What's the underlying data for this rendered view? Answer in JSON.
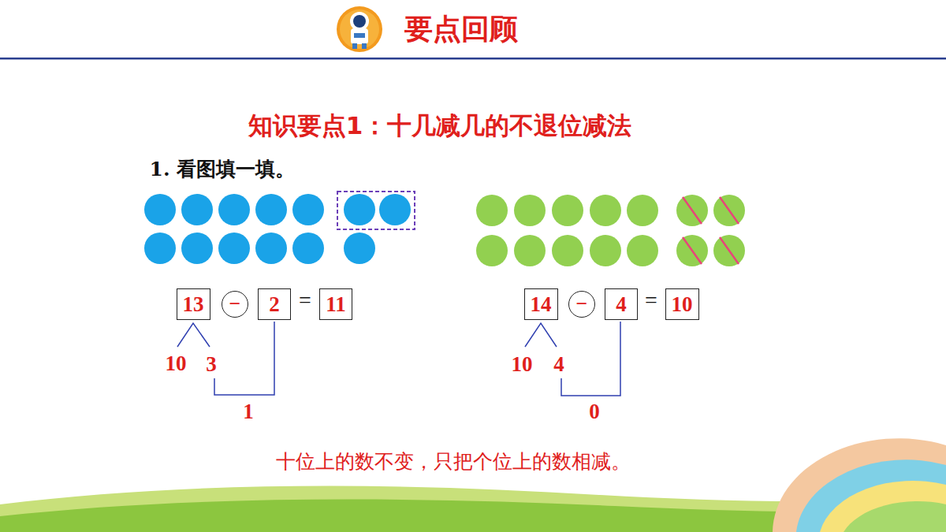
{
  "diagram": {
    "title": "要点回顾",
    "nodes": [
      {
        "text": [
          "13"
        ]
      },
      {
        "text": [
          "−"
        ]
      },
      {
        "text": [
          "2"
        ]
      },
      {
        "text": [
          "11"
        ]
      },
      {
        "text": [
          "14"
        ]
      },
      {
        "text": [
          "−"
        ]
      },
      {
        "text": [
          "4"
        ]
      },
      {
        "text": [
          "10"
        ]
      }
    ],
    "labels": [
      "知识要点1：十几减几的不退位减法",
      "1. 看图填一填。",
      "=",
      "10",
      "3",
      "1",
      "=",
      "10",
      "4",
      "0",
      "十位上的数不变，只把个位上的数相减。"
    ]
  }
}
